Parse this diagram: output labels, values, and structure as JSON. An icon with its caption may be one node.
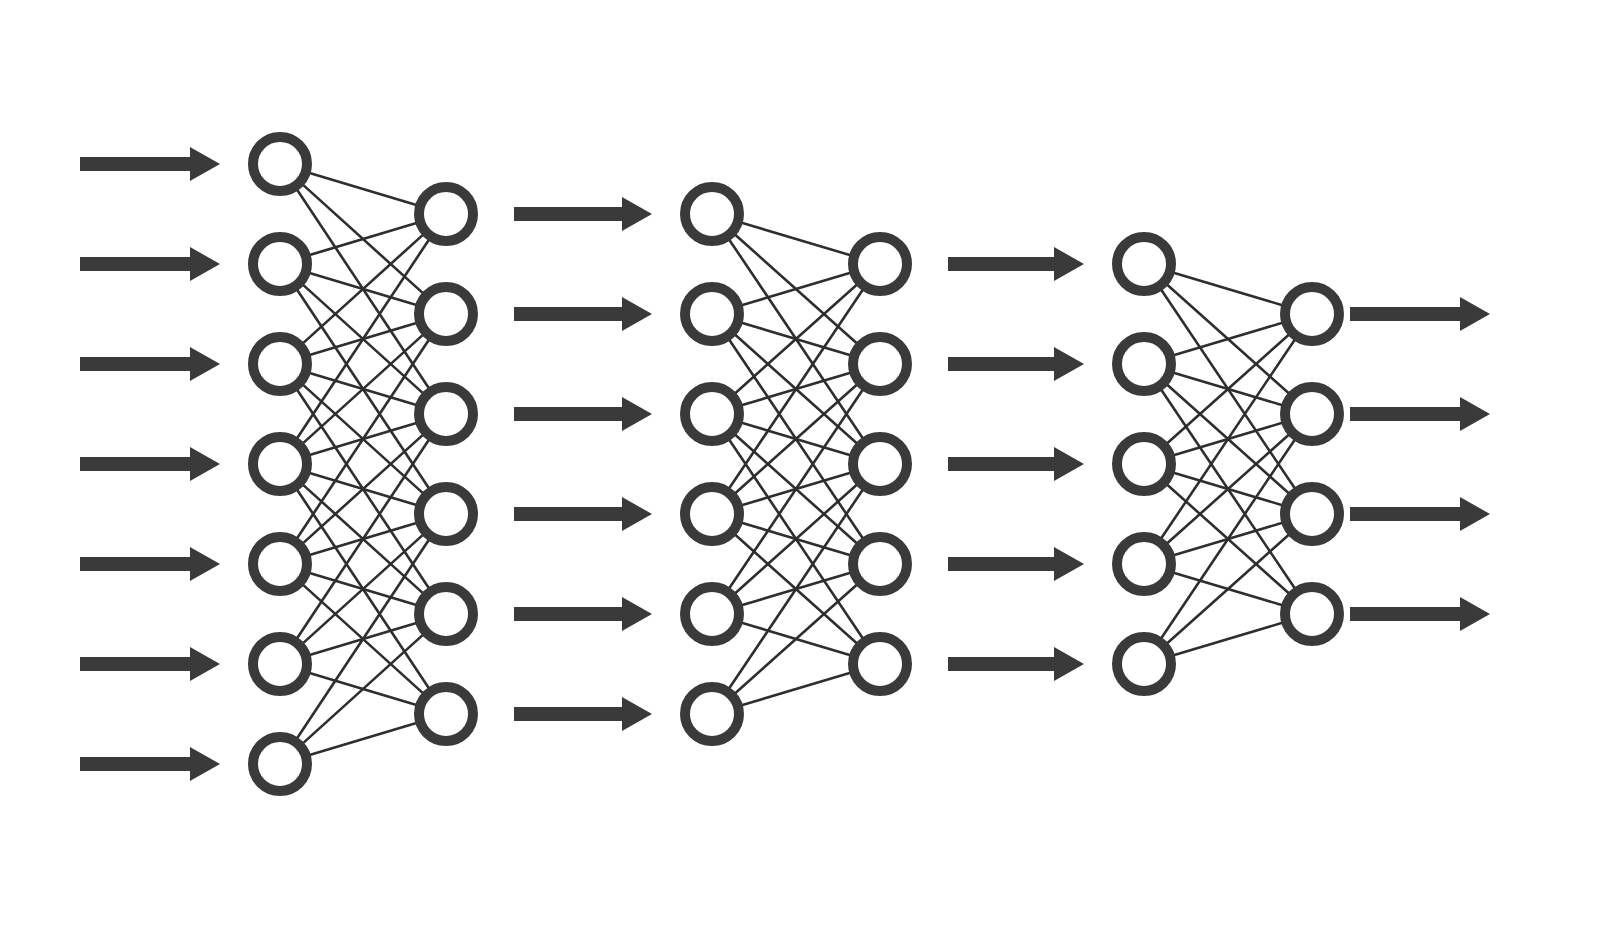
{
  "diagram": {
    "nodes": [
      {
        "text": [],
        "shape": "circle"
      },
      {
        "text": [],
        "shape": "circle"
      },
      {
        "text": [],
        "shape": "circle"
      },
      {
        "text": [],
        "shape": "circle"
      },
      {
        "text": [],
        "shape": "circle"
      },
      {
        "text": [],
        "shape": "circle"
      },
      {
        "text": [],
        "shape": "circle"
      },
      {
        "text": [],
        "shape": "circle"
      },
      {
        "text": [],
        "shape": "circle"
      },
      {
        "text": [],
        "shape": "circle"
      },
      {
        "text": [],
        "shape": "circle"
      },
      {
        "text": [],
        "shape": "circle"
      },
      {
        "text": [],
        "shape": "circle"
      },
      {
        "text": [],
        "shape": "circle"
      },
      {
        "text": [],
        "shape": "circle"
      },
      {
        "text": [],
        "shape": "circle"
      },
      {
        "text": [],
        "shape": "circle"
      },
      {
        "text": [],
        "shape": "circle"
      },
      {
        "text": [],
        "shape": "circle"
      },
      {
        "text": [],
        "shape": "circle"
      },
      {
        "text": [],
        "shape": "circle"
      },
      {
        "text": [],
        "shape": "circle"
      },
      {
        "text": [],
        "shape": "circle"
      },
      {
        "text": [],
        "shape": "circle"
      },
      {
        "text": [],
        "shape": "circle"
      },
      {
        "text": [],
        "shape": "circle"
      },
      {
        "text": [],
        "shape": "circle"
      },
      {
        "text": [],
        "shape": "circle"
      },
      {
        "text": [],
        "shape": "circle"
      },
      {
        "text": [],
        "shape": "circle"
      },
      {
        "text": [],
        "shape": "circle"
      },
      {
        "text": [],
        "shape": "circle"
      },
      {
        "text": [],
        "shape": "circle"
      }
    ],
    "edges": [
      {
        "from": null,
        "to": 0,
        "arrow": "to",
        "style": "thick"
      },
      {
        "from": null,
        "to": 1,
        "arrow": "to",
        "style": "thick"
      },
      {
        "from": null,
        "to": 2,
        "arrow": "to",
        "style": "thick"
      },
      {
        "from": null,
        "to": 3,
        "arrow": "to",
        "style": "thick"
      },
      {
        "from": null,
        "to": 4,
        "arrow": "to",
        "style": "thick"
      },
      {
        "from": null,
        "to": 5,
        "arrow": "to",
        "style": "thick"
      },
      {
        "from": null,
        "to": 6,
        "arrow": "to",
        "style": "thick"
      },
      {
        "from": 0,
        "to": 7,
        "arrow": "none"
      },
      {
        "from": 0,
        "to": 8,
        "arrow": "none"
      },
      {
        "from": 0,
        "to": 9,
        "arrow": "none"
      },
      {
        "from": 1,
        "to": 7,
        "arrow": "none"
      },
      {
        "from": 1,
        "to": 8,
        "arrow": "none"
      },
      {
        "from": 1,
        "to": 9,
        "arrow": "none"
      },
      {
        "from": 1,
        "to": 10,
        "arrow": "none"
      },
      {
        "from": 2,
        "to": 7,
        "arrow": "none"
      },
      {
        "from": 2,
        "to": 8,
        "arrow": "none"
      },
      {
        "from": 2,
        "to": 9,
        "arrow": "none"
      },
      {
        "from": 2,
        "to": 10,
        "arrow": "none"
      },
      {
        "from": 2,
        "to": 11,
        "arrow": "none"
      },
      {
        "from": 3,
        "to": 7,
        "arrow": "none"
      },
      {
        "from": 3,
        "to": 8,
        "arrow": "none"
      },
      {
        "from": 3,
        "to": 9,
        "arrow": "none"
      },
      {
        "from": 3,
        "to": 10,
        "arrow": "none"
      },
      {
        "from": 3,
        "to": 11,
        "arrow": "none"
      },
      {
        "from": 3,
        "to": 12,
        "arrow": "none"
      },
      {
        "from": 4,
        "to": 8,
        "arrow": "none"
      },
      {
        "from": 4,
        "to": 9,
        "arrow": "none"
      },
      {
        "from": 4,
        "to": 10,
        "arrow": "none"
      },
      {
        "from": 4,
        "to": 11,
        "arrow": "none"
      },
      {
        "from": 4,
        "to": 12,
        "arrow": "none"
      },
      {
        "from": 5,
        "to": 9,
        "arrow": "none"
      },
      {
        "from": 5,
        "to": 10,
        "arrow": "none"
      },
      {
        "from": 5,
        "to": 11,
        "arrow": "none"
      },
      {
        "from": 5,
        "to": 12,
        "arrow": "none"
      },
      {
        "from": 6,
        "to": 10,
        "arrow": "none"
      },
      {
        "from": 6,
        "to": 11,
        "arrow": "none"
      },
      {
        "from": 6,
        "to": 12,
        "arrow": "none"
      },
      {
        "from": 7,
        "to": 13,
        "arrow": "to",
        "style": "thick"
      },
      {
        "from": 8,
        "to": 14,
        "arrow": "to",
        "style": "thick"
      },
      {
        "from": 9,
        "to": 15,
        "arrow": "to",
        "style": "thick"
      },
      {
        "from": 10,
        "to": 16,
        "arrow": "to",
        "style": "thick"
      },
      {
        "from": 11,
        "to": 17,
        "arrow": "to",
        "style": "thick"
      },
      {
        "from": 12,
        "to": 18,
        "arrow": "to",
        "style": "thick"
      },
      {
        "from": 13,
        "to": 19,
        "arrow": "none"
      },
      {
        "from": 13,
        "to": 20,
        "arrow": "none"
      },
      {
        "from": 13,
        "to": 21,
        "arrow": "none"
      },
      {
        "from": 14,
        "to": 19,
        "arrow": "none"
      },
      {
        "from": 14,
        "to": 20,
        "arrow": "none"
      },
      {
        "from": 14,
        "to": 21,
        "arrow": "none"
      },
      {
        "from": 14,
        "to": 22,
        "arrow": "none"
      },
      {
        "from": 15,
        "to": 19,
        "arrow": "none"
      },
      {
        "from": 15,
        "to": 20,
        "arrow": "none"
      },
      {
        "from": 15,
        "to": 21,
        "arrow": "none"
      },
      {
        "from": 15,
        "to": 22,
        "arrow": "none"
      },
      {
        "from": 15,
        "to": 23,
        "arrow": "none"
      },
      {
        "from": 16,
        "to": 19,
        "arrow": "none"
      },
      {
        "from": 16,
        "to": 20,
        "arrow": "none"
      },
      {
        "from": 16,
        "to": 21,
        "arrow": "none"
      },
      {
        "from": 16,
        "to": 22,
        "arrow": "none"
      },
      {
        "from": 16,
        "to": 23,
        "arrow": "none"
      },
      {
        "from": 17,
        "to": 20,
        "arrow": "none"
      },
      {
        "from": 17,
        "to": 21,
        "arrow": "none"
      },
      {
        "from": 17,
        "to": 22,
        "arrow": "none"
      },
      {
        "from": 17,
        "to": 23,
        "arrow": "none"
      },
      {
        "from": 18,
        "to": 21,
        "arrow": "none"
      },
      {
        "from": 18,
        "to": 22,
        "arrow": "none"
      },
      {
        "from": 18,
        "to": 23,
        "arrow": "none"
      },
      {
        "from": 19,
        "to": 24,
        "arrow": "to",
        "style": "thick"
      },
      {
        "from": 20,
        "to": 25,
        "arrow": "to",
        "style": "thick"
      },
      {
        "from": 21,
        "to": 26,
        "arrow": "to",
        "style": "thick"
      },
      {
        "from": 22,
        "to": 27,
        "arrow": "to",
        "style": "thick"
      },
      {
        "from": 23,
        "to": 28,
        "arrow": "to",
        "style": "thick"
      },
      {
        "from": 24,
        "to": 29,
        "arrow": "none"
      },
      {
        "from": 24,
        "to": 30,
        "arrow": "none"
      },
      {
        "from": 24,
        "to": 31,
        "arrow": "none"
      },
      {
        "from": 25,
        "to": 29,
        "arrow": "none"
      },
      {
        "from": 25,
        "to": 30,
        "arrow": "none"
      },
      {
        "from": 25,
        "to": 31,
        "arrow": "none"
      },
      {
        "from": 25,
        "to": 32,
        "arrow": "none"
      },
      {
        "from": 26,
        "to": 29,
        "arrow": "none"
      },
      {
        "from": 26,
        "to": 30,
        "arrow": "none"
      },
      {
        "from": 26,
        "to": 31,
        "arrow": "none"
      },
      {
        "from": 26,
        "to": 32,
        "arrow": "none"
      },
      {
        "from": 27,
        "to": 29,
        "arrow": "none"
      },
      {
        "from": 27,
        "to": 30,
        "arrow": "none"
      },
      {
        "from": 27,
        "to": 31,
        "arrow": "none"
      },
      {
        "from": 27,
        "to": 32,
        "arrow": "none"
      },
      {
        "from": 28,
        "to": 30,
        "arrow": "none"
      },
      {
        "from": 28,
        "to": 31,
        "arrow": "none"
      },
      {
        "from": 28,
        "to": 32,
        "arrow": "none"
      },
      {
        "from": 29,
        "to": null,
        "arrow": "to",
        "style": "thick"
      },
      {
        "from": 30,
        "to": null,
        "arrow": "to",
        "style": "thick"
      },
      {
        "from": 31,
        "to": null,
        "arrow": "to",
        "style": "thick"
      },
      {
        "from": 32,
        "to": null,
        "arrow": "to",
        "style": "thick"
      }
    ]
  }
}
